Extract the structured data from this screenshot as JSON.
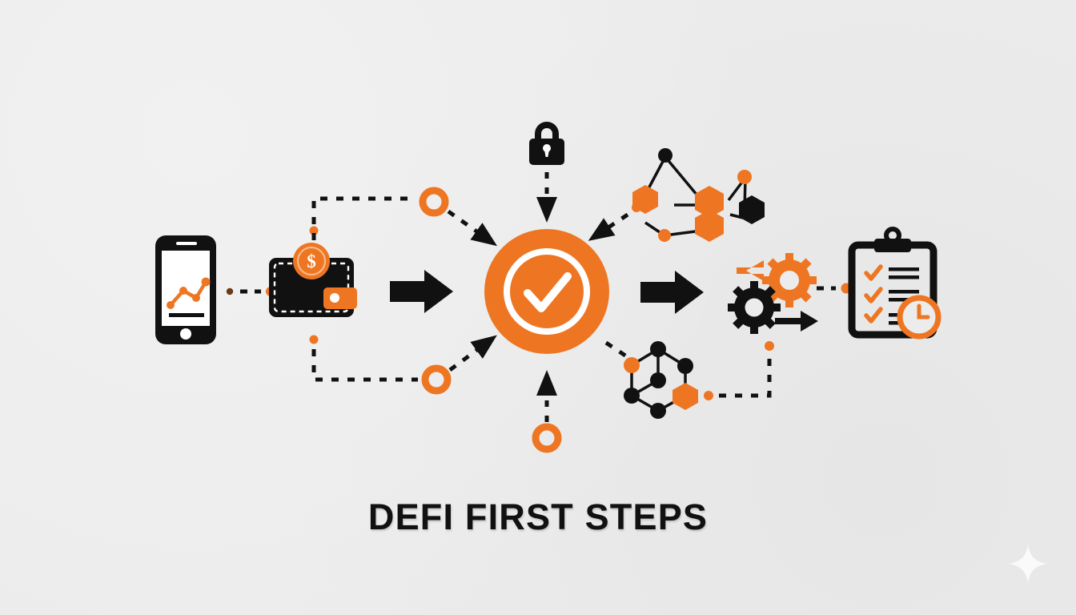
{
  "poster": {
    "title": "DEFI FIRST STEPS",
    "background_color": "#ececec",
    "accent_color": "#ee7623",
    "ink_color": "#111111",
    "paper_color": "#ffffff"
  },
  "nodes": {
    "phone": {
      "name": "smartphone with price chart",
      "body_color": "#111111",
      "screen_color": "#ffffff",
      "chart_color": "#ee7623",
      "chart_points": 4
    },
    "wallet": {
      "name": "wallet with dollar coin",
      "body_color": "#111111",
      "coin_color": "#ee7623",
      "coin_symbol": "$",
      "clasp_color": "#ee7623"
    },
    "center": {
      "name": "approved check badge",
      "fill_color": "#ee7623",
      "mark_color": "#ffffff",
      "mark": "check"
    },
    "lock": {
      "name": "security padlock",
      "body_color": "#111111",
      "keyhole_color": "#ffffff"
    },
    "blockchain_top": {
      "name": "blockchain hex network",
      "hex_color": "#ee7623",
      "hex_dark_color": "#111111",
      "link_color": "#111111",
      "hex_count": 4,
      "node_count": 3
    },
    "blockchain_bottom": {
      "name": "node graph network",
      "node_color": "#111111",
      "hex_color": "#ee7623",
      "link_color": "#111111",
      "node_count": 6,
      "hex_count": 1
    },
    "gears": {
      "name": "smart contract gears",
      "gear_dark_color": "#111111",
      "gear_accent_color": "#ee7623",
      "arrow_left_color": "#ee7623",
      "arrow_right_color": "#111111"
    },
    "checklist": {
      "name": "checklist clipboard with clock",
      "board_color": "#111111",
      "check_color": "#ee7623",
      "clock_color": "#ee7623",
      "check_count": 3,
      "line_count": 3
    }
  },
  "connectors": {
    "arrow_wallet_to_center": {
      "name": "solid arrow right",
      "color": "#111111"
    },
    "arrow_center_to_gears": {
      "name": "solid arrow right",
      "color": "#111111"
    },
    "dotted_phone_to_wallet": {
      "name": "dotted link",
      "color": "#111111",
      "dot_color": "#ee7623"
    },
    "dotted_gears_to_checklist": {
      "name": "dotted link",
      "color": "#111111",
      "dot_color": "#ee7623"
    },
    "dotted_upper_left_loop": {
      "name": "dotted routing path",
      "color": "#111111",
      "marker": "ring"
    },
    "dotted_lower_left_loop": {
      "name": "dotted routing path",
      "color": "#111111",
      "marker": "ring"
    },
    "dotted_lock_to_center": {
      "name": "dotted link down",
      "color": "#111111"
    },
    "dotted_bottom_to_center": {
      "name": "dotted link up",
      "color": "#111111",
      "marker": "ring"
    },
    "dotted_blockchain_to_center": {
      "name": "dotted link",
      "color": "#111111"
    },
    "dotted_center_to_lower_network": {
      "name": "dotted link",
      "color": "#111111"
    },
    "dotted_lower_network_to_gears": {
      "name": "dotted routing path",
      "color": "#111111"
    }
  },
  "watermark": {
    "name": "sparkle",
    "color": "#fafafa"
  }
}
